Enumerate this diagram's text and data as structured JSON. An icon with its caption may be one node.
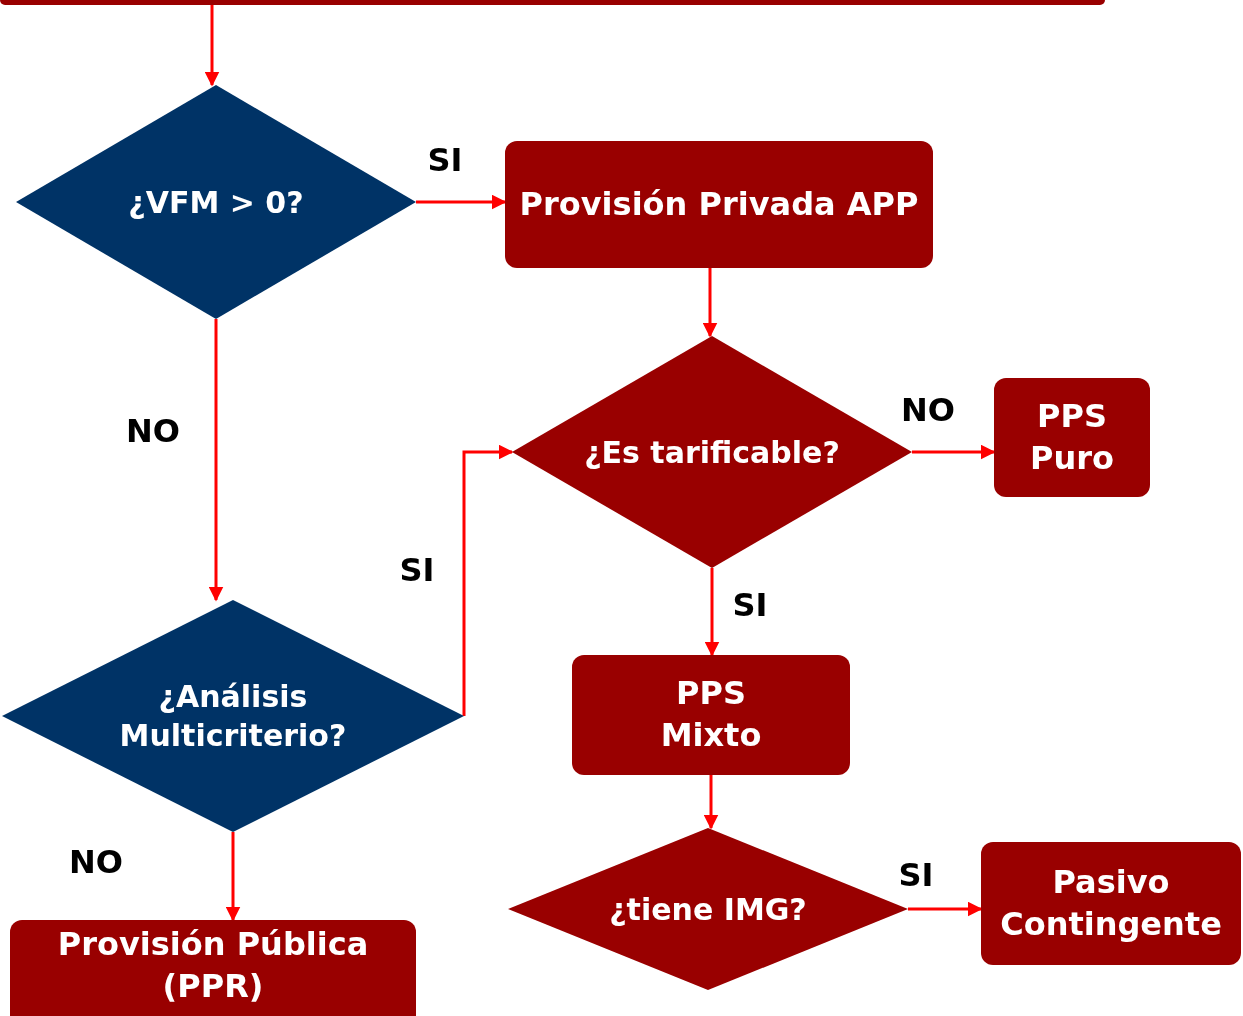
{
  "diagram": {
    "nodes": [
      {
        "text": [],
        "shape": "box"
      },
      {
        "text": [
          "¿VFM > 0?"
        ]
      },
      {
        "text": [
          "Provisión Privada APP"
        ]
      },
      {
        "text": [
          "¿Es tarificable?"
        ]
      },
      {
        "text": [
          "PPS Puro"
        ]
      },
      {
        "text": [
          "¿Análisis Multicriterio?"
        ]
      },
      {
        "text": [
          "PPS Mixto"
        ]
      },
      {
        "text": [
          "¿tiene IMG?"
        ]
      },
      {
        "text": [
          "Pasivo Contingente"
        ]
      },
      {
        "text": [
          "Provisión Pública (PPR)"
        ]
      }
    ],
    "edges": [
      {
        "from": 0,
        "to": 1,
        "arrow": "to"
      },
      {
        "from": 1,
        "to": 2,
        "arrow": "to",
        "label": "SI"
      },
      {
        "from": 1,
        "to": 5,
        "arrow": "to",
        "label": "NO"
      },
      {
        "from": 2,
        "to": 3,
        "arrow": "to"
      },
      {
        "from": 3,
        "to": 4,
        "arrow": "to",
        "label": "NO"
      },
      {
        "from": 5,
        "to": 3,
        "arrow": "to",
        "label": "SI"
      },
      {
        "from": 3,
        "to": 6,
        "arrow": "to",
        "label": "SI"
      },
      {
        "from": 6,
        "to": 7,
        "arrow": "to"
      },
      {
        "from": 7,
        "to": 8,
        "arrow": "to",
        "label": "SI"
      },
      {
        "from": 5,
        "to": 9,
        "arrow": "to",
        "label": "NO"
      }
    ]
  }
}
